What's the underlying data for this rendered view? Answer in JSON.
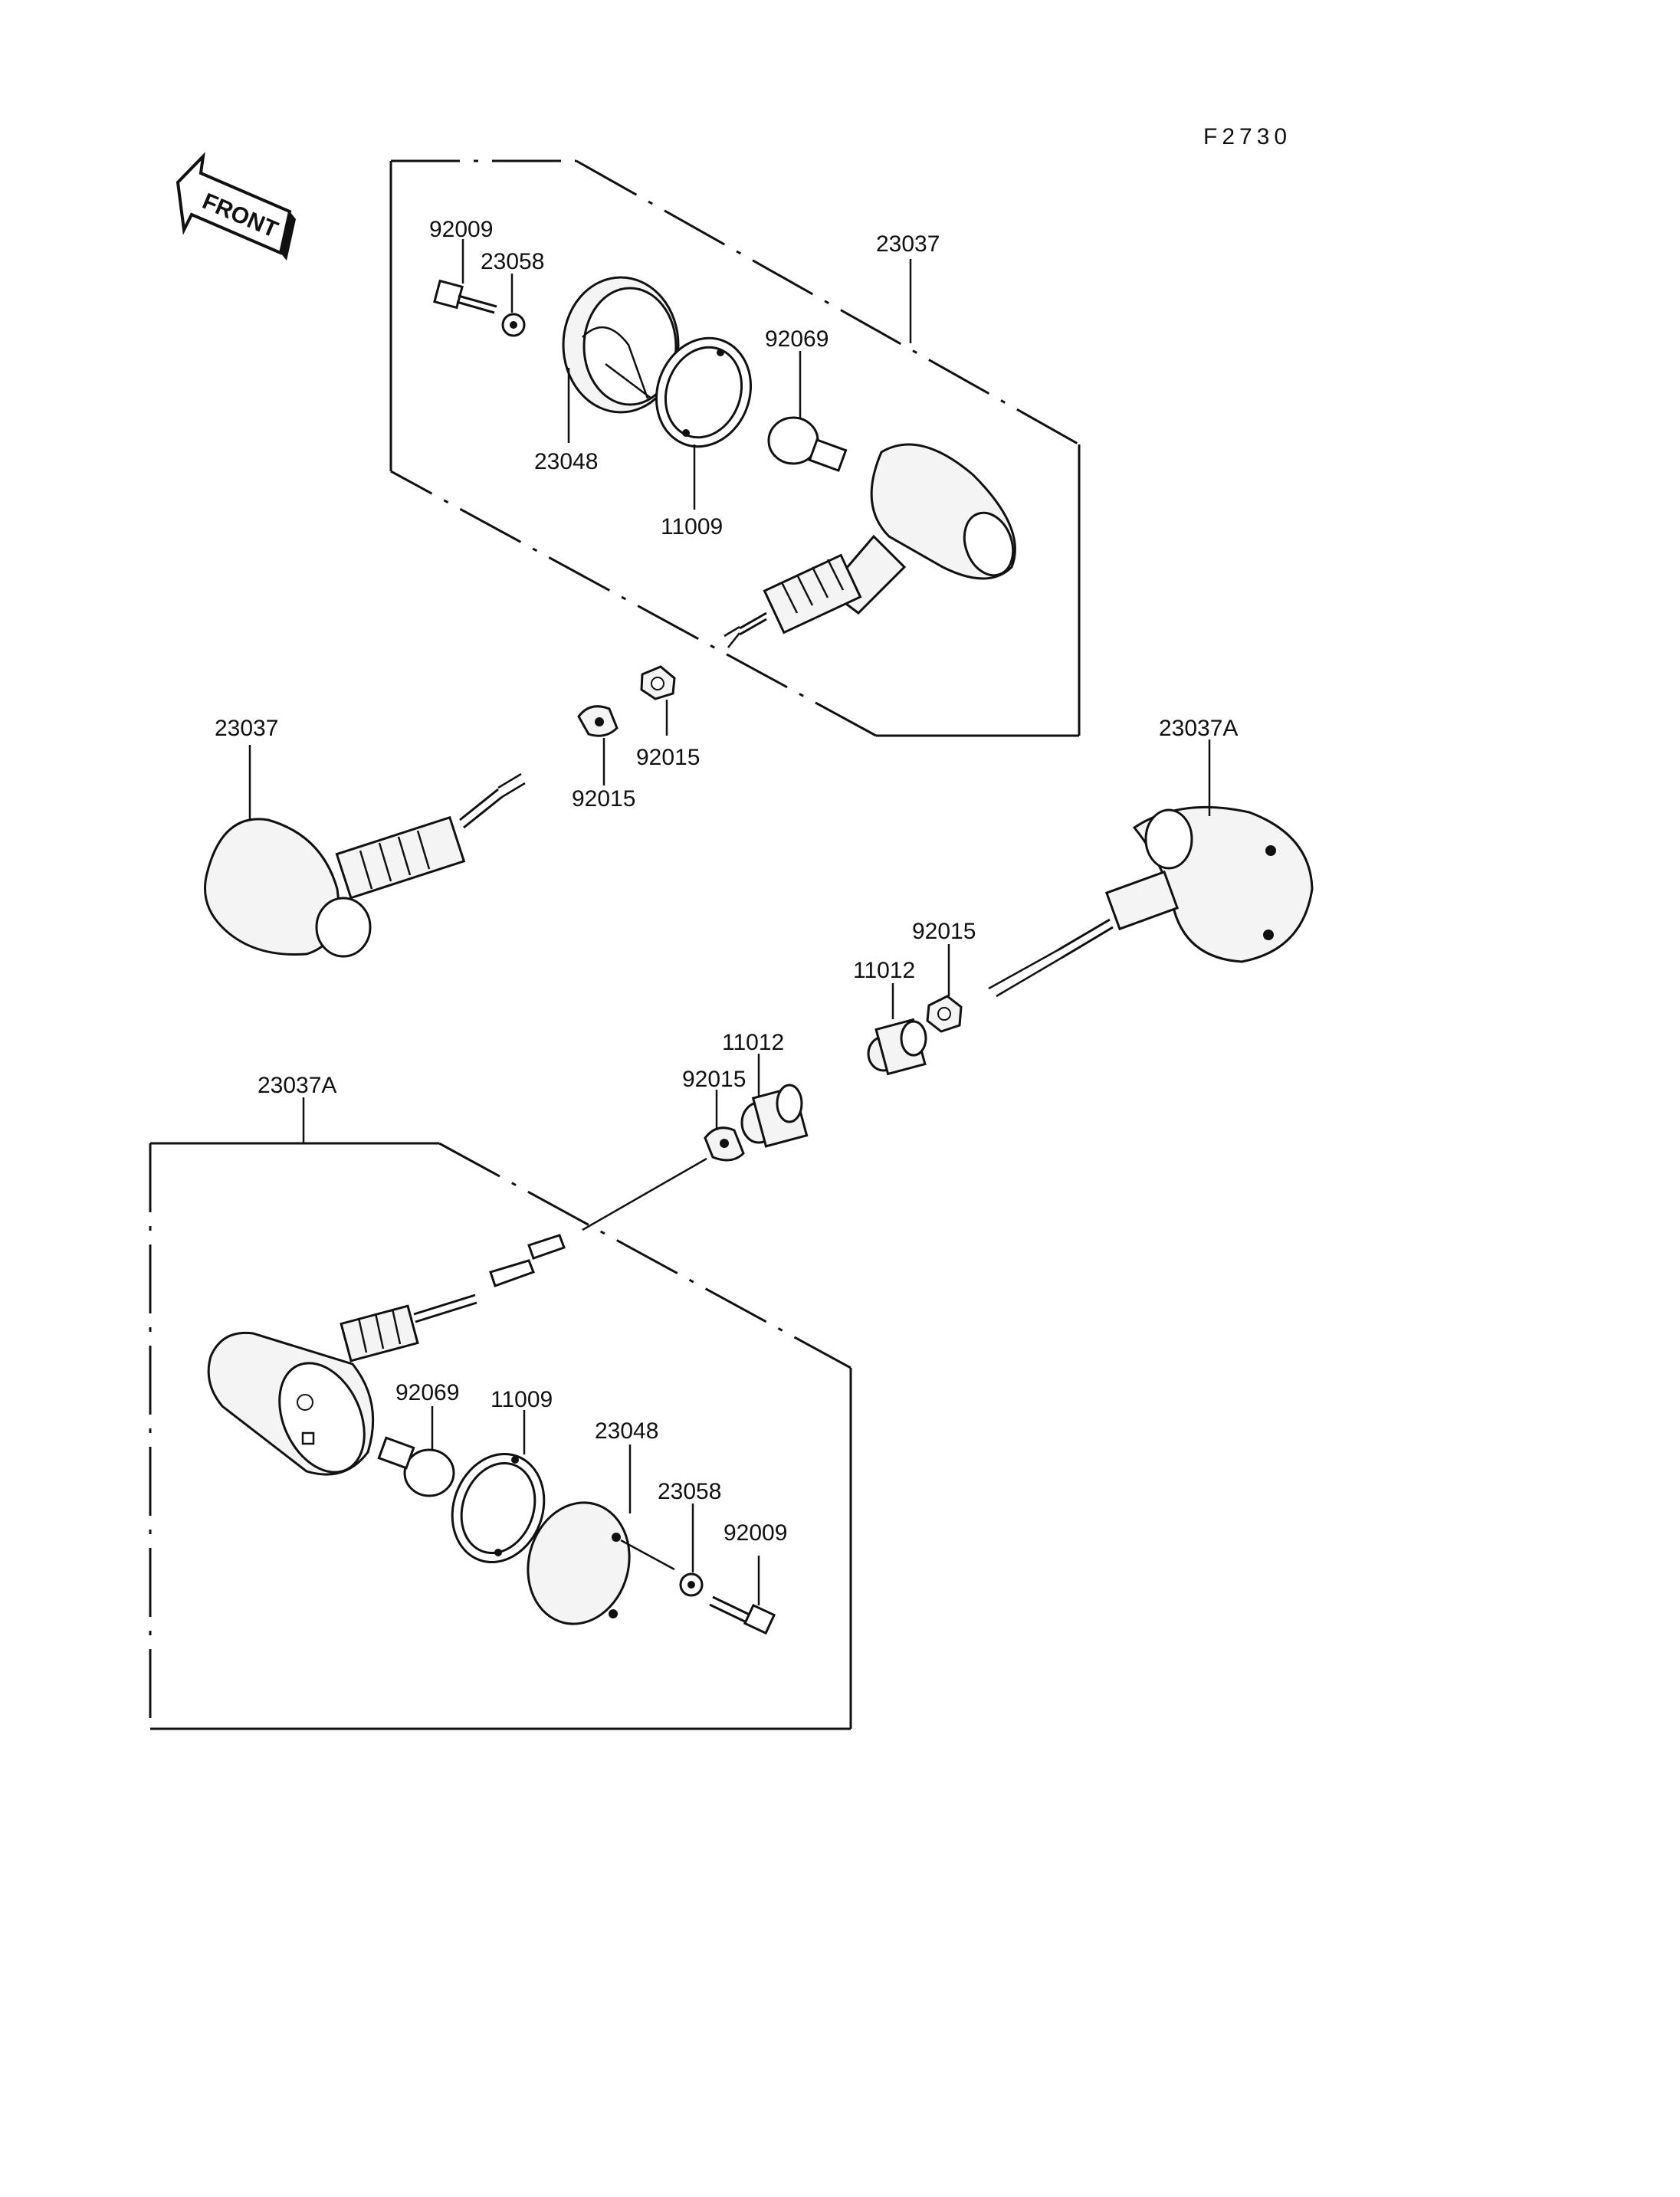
{
  "figure_code": "F2730",
  "front_arrow_label": "FRONT",
  "labels": {
    "top_bolt": "92009",
    "top_washer": "23058",
    "top_lens": "23048",
    "top_gasket": "11009",
    "top_bulb": "92069",
    "top_assembly": "23037",
    "mid_left_assembly": "23037",
    "mid_nut_a": "92015",
    "mid_nut_b": "92015",
    "mid_right_assembly": "23037A",
    "mid_right_nut": "92015",
    "mid_right_damper": "11012",
    "center_damper": "11012",
    "center_nut": "92015",
    "bottom_assembly": "23037A",
    "bottom_bulb": "92069",
    "bottom_gasket": "11009",
    "bottom_lens": "23048",
    "bottom_washer": "23058",
    "bottom_bolt": "92009"
  }
}
